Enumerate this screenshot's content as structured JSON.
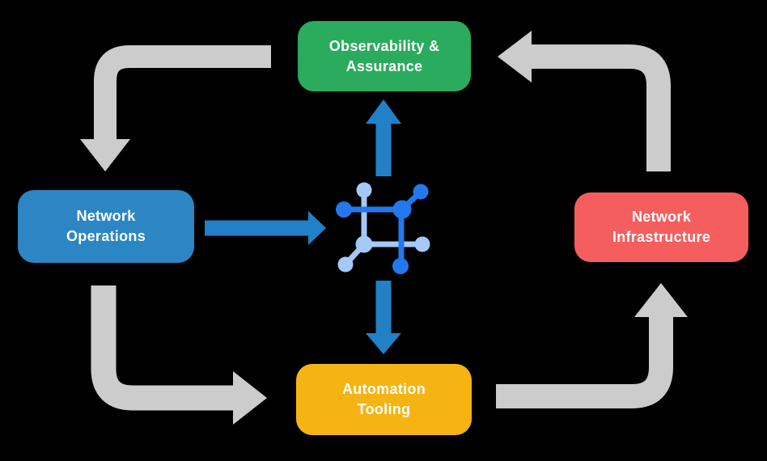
{
  "colors": {
    "background": "#000000",
    "arrow_gray": "#CCCCCC",
    "arrow_blue": "#2180C6",
    "icon_dark_blue": "#2478EE",
    "icon_light_blue": "#A5C9F6",
    "node_text": "#FFFFFF"
  },
  "nodes": {
    "observability": {
      "line1": "Observability &",
      "line2": "Assurance",
      "color": "#2BAB5E"
    },
    "operations": {
      "line1": "Network",
      "line2": "Operations",
      "color": "#2C86C3"
    },
    "infrastructure": {
      "line1": "Network",
      "line2": "Infrastructure",
      "color": "#F55E5E"
    },
    "automation": {
      "line1": "Automation",
      "line2": "Tooling",
      "color": "#F6B414"
    }
  },
  "icon": {
    "name": "network-mesh-icon"
  },
  "arrows": {
    "cycle": [
      {
        "from": "observability",
        "to": "operations"
      },
      {
        "from": "operations",
        "to": "automation"
      },
      {
        "from": "automation",
        "to": "infrastructure"
      },
      {
        "from": "infrastructure",
        "to": "observability"
      }
    ],
    "hub": [
      {
        "from": "operations",
        "to": "center"
      },
      {
        "from": "center",
        "to": "observability"
      },
      {
        "from": "center",
        "to": "automation"
      }
    ]
  }
}
